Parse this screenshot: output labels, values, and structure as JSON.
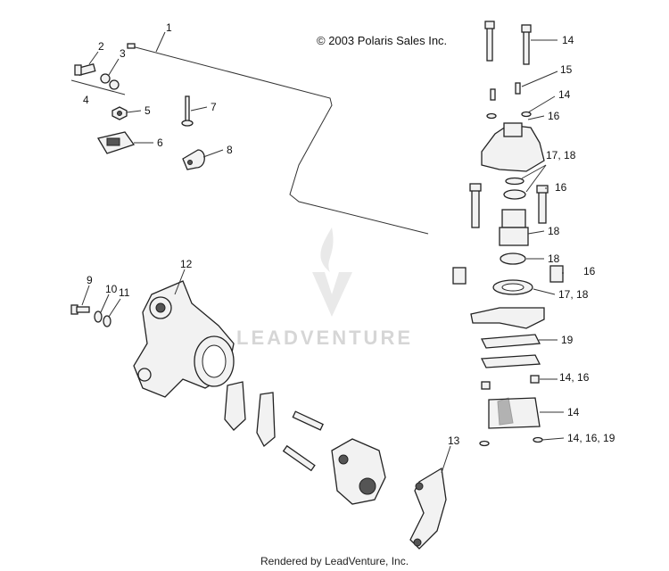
{
  "header": {
    "copyright": "© 2003 Polaris Sales Inc."
  },
  "footer": {
    "text": "Rendered by LeadVenture, Inc."
  },
  "watermark": {
    "text": "LEADVENTURE"
  },
  "callouts": [
    {
      "id": "c1",
      "text": "1"
    },
    {
      "id": "c2",
      "text": "2"
    },
    {
      "id": "c3",
      "text": "3"
    },
    {
      "id": "c4",
      "text": "4"
    },
    {
      "id": "c5",
      "text": "5"
    },
    {
      "id": "c6",
      "text": "6"
    },
    {
      "id": "c7",
      "text": "7"
    },
    {
      "id": "c8",
      "text": "8"
    },
    {
      "id": "c9",
      "text": "9"
    },
    {
      "id": "c10",
      "text": "10"
    },
    {
      "id": "c11",
      "text": "11"
    },
    {
      "id": "c12",
      "text": "12"
    },
    {
      "id": "c13",
      "text": "13"
    },
    {
      "id": "c14a",
      "text": "14"
    },
    {
      "id": "c15",
      "text": "15"
    },
    {
      "id": "c14b",
      "text": "14"
    },
    {
      "id": "c16a",
      "text": "16"
    },
    {
      "id": "c1718a",
      "text": "17, 18"
    },
    {
      "id": "c16b",
      "text": "16"
    },
    {
      "id": "c18a",
      "text": "18"
    },
    {
      "id": "c18b",
      "text": "18"
    },
    {
      "id": "c16c",
      "text": "16"
    },
    {
      "id": "c1718b",
      "text": "17,  18"
    },
    {
      "id": "c19",
      "text": "19"
    },
    {
      "id": "c1416",
      "text": "14, 16"
    },
    {
      "id": "c14c",
      "text": "14"
    },
    {
      "id": "c141619",
      "text": "14, 16, 19"
    }
  ]
}
